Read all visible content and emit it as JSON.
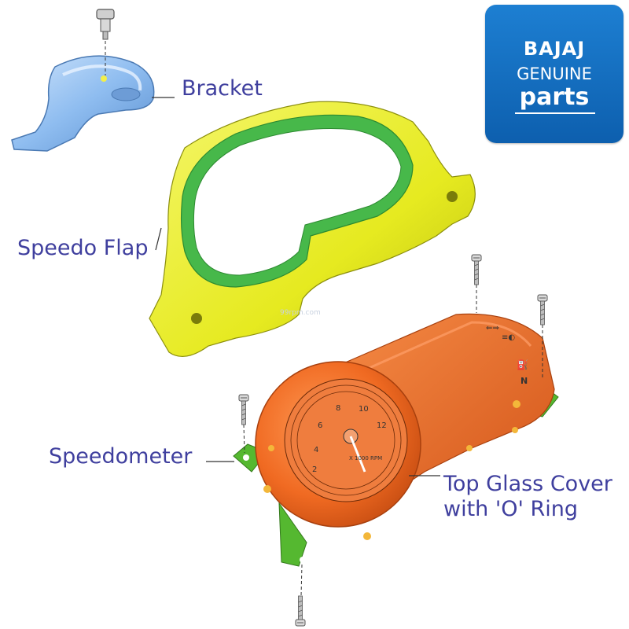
{
  "labels": {
    "bracket": "Bracket",
    "speedo_flap": "Speedo Flap",
    "speedometer": "Speedometer",
    "glass_cover_line1": "Top Glass Cover",
    "glass_cover_line2": "with 'O' Ring"
  },
  "logo": {
    "brand": "BAJAJ",
    "line2": "GENUINE",
    "line3": "parts",
    "color": "#1170c4"
  },
  "watermark": "99rpm.com",
  "gauge": {
    "ticks": [
      "2",
      "4",
      "6",
      "8",
      "10",
      "12"
    ],
    "unit": "X 1000 RPM"
  },
  "colors": {
    "label_text": "#3f3f9e",
    "bracket": "#8fbdf0",
    "flap_body": "#e6ea20",
    "flap_ring": "#47b84a",
    "meter_body": "#f06a22",
    "mount_tabs": "#55b830"
  }
}
